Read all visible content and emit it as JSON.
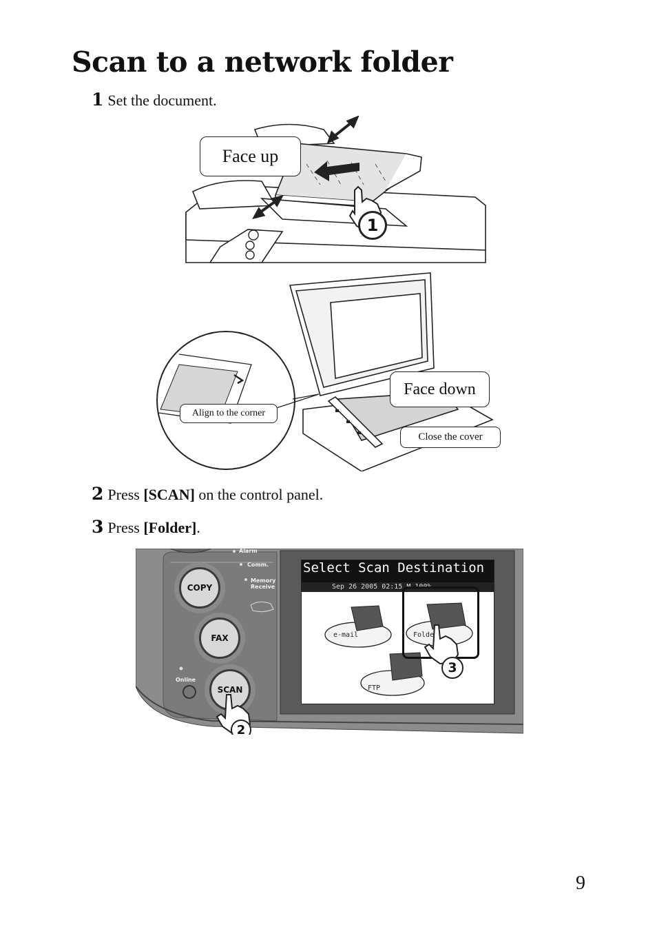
{
  "title": "Scan to a network folder",
  "steps": [
    {
      "num": "1",
      "text": "Set the document."
    },
    {
      "num": "2",
      "pre": "Press ",
      "bold": "[SCAN]",
      "post": " on the control panel."
    },
    {
      "num": "3",
      "pre": "Press ",
      "bold": "[Folder]",
      "post": "."
    }
  ],
  "callouts": {
    "face_up": "Face up",
    "face_down": "Face down",
    "align_corner": "Align to the corner",
    "close_cover": "Close the cover"
  },
  "markers": {
    "m1": "1",
    "m2": "2",
    "m3": "3"
  },
  "panel": {
    "copy": "COPY",
    "fax": "FAX",
    "scan": "SCAN",
    "alarm": "Alarm",
    "comm": "Comm.",
    "memory1": "Memory",
    "memory2": "Receive",
    "online": "Online"
  },
  "lcd": {
    "title": "Select Scan Destination",
    "status": "Sep 26 2005 02:15       M      100%",
    "email": "e-mail",
    "folder": "Folder",
    "ftp": "FTP"
  },
  "page_number": "9"
}
